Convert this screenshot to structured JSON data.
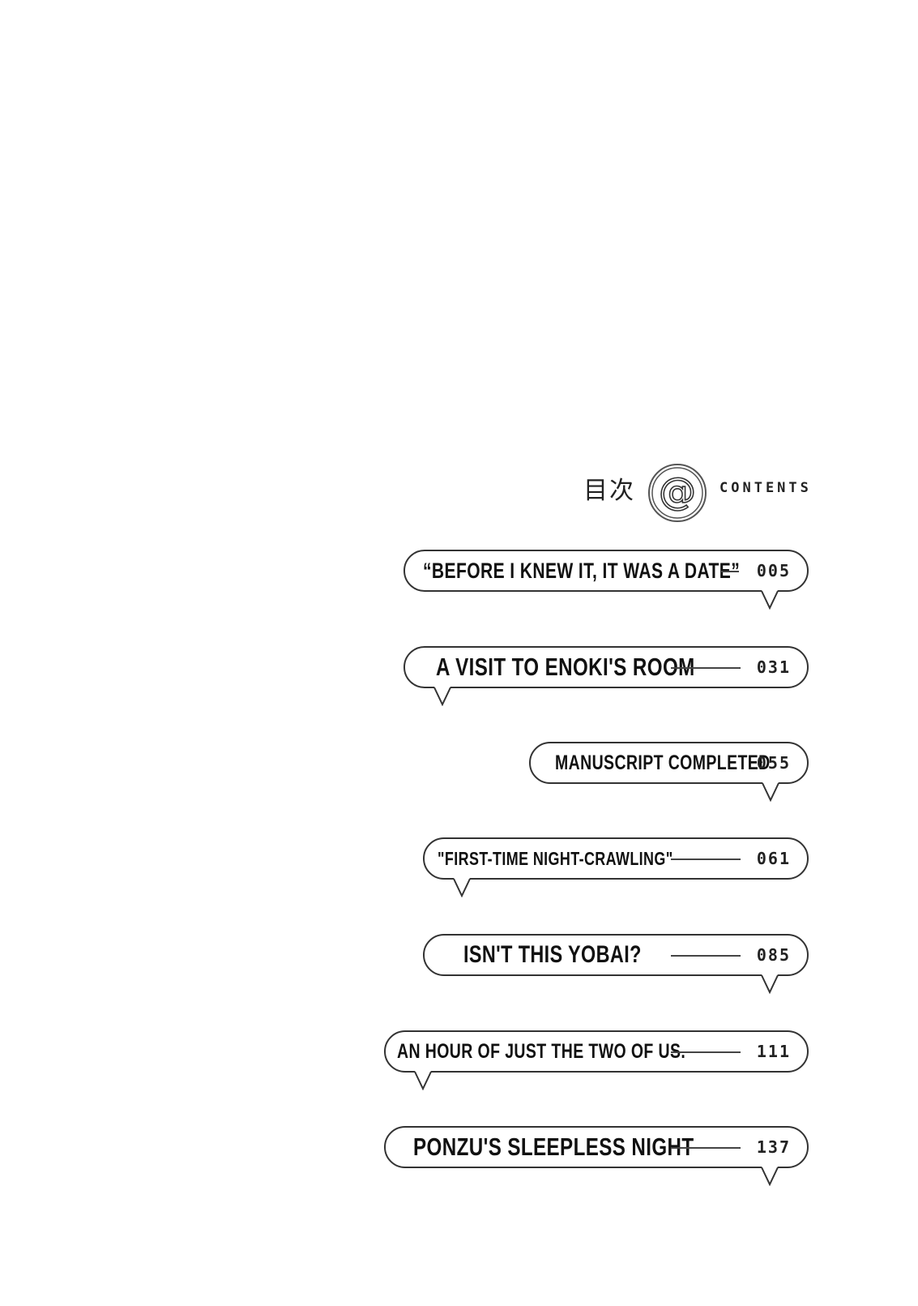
{
  "header": {
    "kanji": "目次",
    "at_symbol": "@",
    "label": "CONTENTS"
  },
  "chapters": [
    {
      "title": "“BEFORE I KNEW IT, IT WAS A DATE”",
      "page": "005"
    },
    {
      "title": "A VISIT TO ENOKI'S ROOM",
      "page": "031"
    },
    {
      "title": "MANUSCRIPT COMPLETED",
      "page": "055"
    },
    {
      "title": "\"FIRST-TIME NIGHT-CRAWLING\"",
      "page": "061"
    },
    {
      "title": "ISN'T THIS YOBAI?",
      "page": "085"
    },
    {
      "title": "AN HOUR OF JUST THE TWO OF US.",
      "page": "111"
    },
    {
      "title": "PONZU'S SLEEPLESS NIGHT",
      "page": "137"
    }
  ]
}
